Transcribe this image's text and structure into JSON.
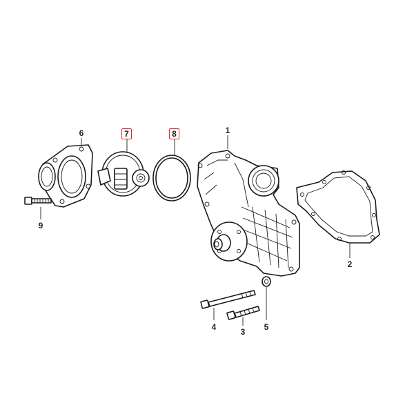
{
  "diagram": {
    "callouts": [
      {
        "id": "c1",
        "label": "1",
        "highlight": false
      },
      {
        "id": "c2",
        "label": "2",
        "highlight": false
      },
      {
        "id": "c3",
        "label": "3",
        "highlight": false
      },
      {
        "id": "c4",
        "label": "4",
        "highlight": false
      },
      {
        "id": "c5",
        "label": "5",
        "highlight": false
      },
      {
        "id": "c6",
        "label": "6",
        "highlight": false
      },
      {
        "id": "c7",
        "label": "7",
        "highlight": true
      },
      {
        "id": "c8",
        "label": "8",
        "highlight": true
      },
      {
        "id": "c9",
        "label": "9",
        "highlight": false
      }
    ],
    "highlight_color": "#e0262f",
    "line_color": "#1a1a1a"
  }
}
